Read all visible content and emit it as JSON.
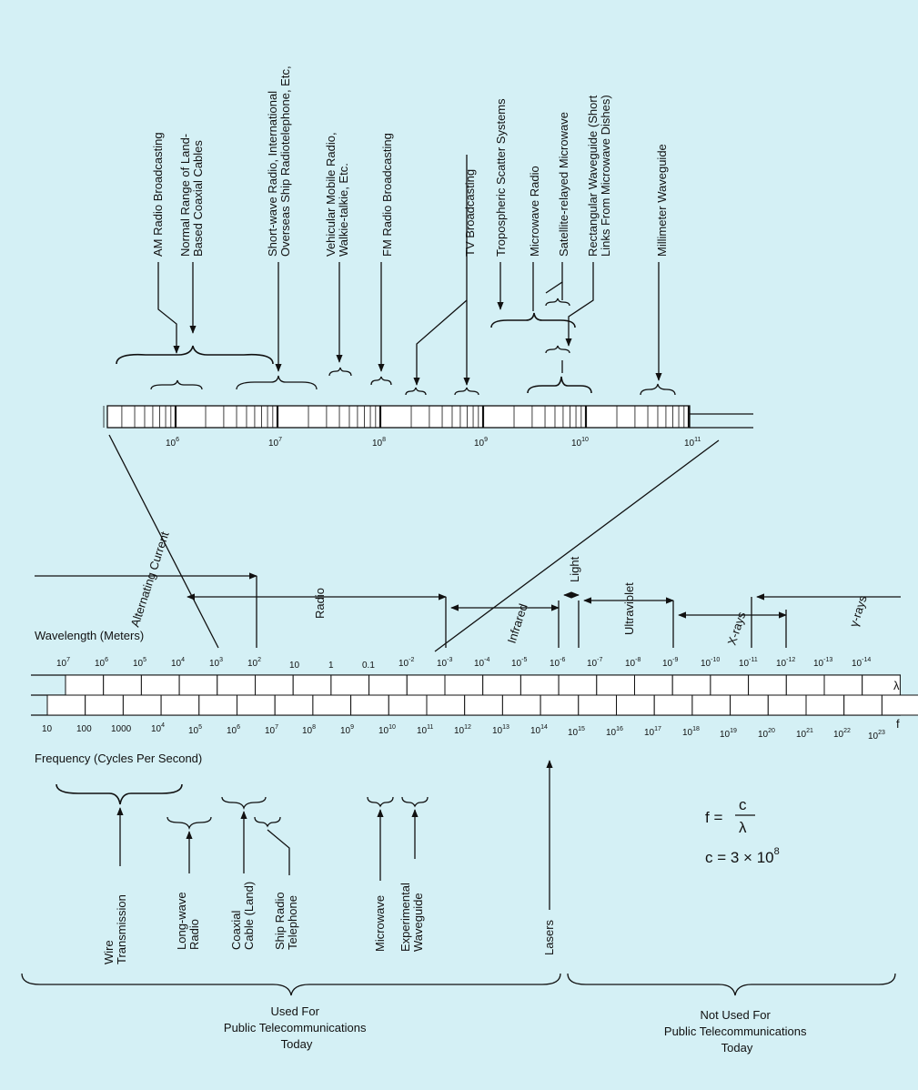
{
  "top_labels": {
    "am_radio": [
      "AM Radio Broadcasting"
    ],
    "coaxial": [
      "Normal Range of Land-",
      "Based Coaxial Cables"
    ],
    "shortwave": [
      "Short-wave Radio, International",
      "Overseas Ship Radiotelephone, Etc,"
    ],
    "vehicular": [
      "Vehicular Mobile Radio,",
      "Walkie-talkie, Etc."
    ],
    "fm_radio": [
      "FM Radio Broadcasting"
    ],
    "tv": [
      "TV Broadcasting"
    ],
    "tropo": [
      "Tropospheric Scatter Systems"
    ],
    "microwave_radio": [
      "Microwave Radio"
    ],
    "satellite": [
      "Satellite-relayed Microwave"
    ],
    "rect_waveguide": [
      "Rectangular Waveguide (Short",
      "Links From Microwave Dishes)"
    ],
    "mm_waveguide": [
      "Millimeter Waveguide"
    ]
  },
  "top_scale": [
    {
      "base": "10",
      "exp": "6"
    },
    {
      "base": "10",
      "exp": "7"
    },
    {
      "base": "10",
      "exp": "8"
    },
    {
      "base": "10",
      "exp": "9"
    },
    {
      "base": "10",
      "exp": "10"
    },
    {
      "base": "10",
      "exp": "11"
    }
  ],
  "bands": {
    "alternating_current": "Alternating Current",
    "radio": "Radio",
    "infrared": "Infrared",
    "light": "Light",
    "ultraviolet": "Ultraviolet",
    "xrays": "X-rays",
    "gamma": "γ-rays"
  },
  "wavelength_label": "Wavelength (Meters)",
  "frequency_label": "Frequency (Cycles Per Second)",
  "lambda_symbol": "λ",
  "f_symbol": "f",
  "wavelength_ticks": [
    {
      "base": "10",
      "exp": "7"
    },
    {
      "base": "10",
      "exp": "6"
    },
    {
      "base": "10",
      "exp": "5"
    },
    {
      "base": "10",
      "exp": "4"
    },
    {
      "base": "10",
      "exp": "3"
    },
    {
      "base": "10",
      "exp": "2"
    },
    {
      "base": "10",
      "exp": ""
    },
    {
      "base": "1",
      "exp": ""
    },
    {
      "base": "0.1",
      "exp": ""
    },
    {
      "base": "10",
      "exp": "-2"
    },
    {
      "base": "10",
      "exp": "-3"
    },
    {
      "base": "10",
      "exp": "-4"
    },
    {
      "base": "10",
      "exp": "-5"
    },
    {
      "base": "10",
      "exp": "-6"
    },
    {
      "base": "10",
      "exp": "-7"
    },
    {
      "base": "10",
      "exp": "-8"
    },
    {
      "base": "10",
      "exp": "-9"
    },
    {
      "base": "10",
      "exp": "-10"
    },
    {
      "base": "10",
      "exp": "-11"
    },
    {
      "base": "10",
      "exp": "-12"
    },
    {
      "base": "10",
      "exp": "-13"
    },
    {
      "base": "10",
      "exp": "-14"
    }
  ],
  "frequency_ticks": [
    {
      "base": "10",
      "exp": ""
    },
    {
      "base": "100",
      "exp": ""
    },
    {
      "base": "1000",
      "exp": ""
    },
    {
      "base": "10",
      "exp": "4"
    },
    {
      "base": "10",
      "exp": "5"
    },
    {
      "base": "10",
      "exp": "6"
    },
    {
      "base": "10",
      "exp": "7"
    },
    {
      "base": "10",
      "exp": "8"
    },
    {
      "base": "10",
      "exp": "9"
    },
    {
      "base": "10",
      "exp": "10"
    },
    {
      "base": "10",
      "exp": "11"
    },
    {
      "base": "10",
      "exp": "12"
    },
    {
      "base": "10",
      "exp": "13"
    },
    {
      "base": "10",
      "exp": "14"
    },
    {
      "base": "10",
      "exp": "15"
    },
    {
      "base": "10",
      "exp": "16"
    },
    {
      "base": "10",
      "exp": "17"
    },
    {
      "base": "10",
      "exp": "18"
    },
    {
      "base": "10",
      "exp": "19"
    },
    {
      "base": "10",
      "exp": "20"
    },
    {
      "base": "10",
      "exp": "21"
    },
    {
      "base": "10",
      "exp": "22"
    },
    {
      "base": "10",
      "exp": "23"
    }
  ],
  "bottom_labels": {
    "wire": [
      "Wire",
      "Transmission"
    ],
    "longwave": [
      "Long-wave",
      "Radio"
    ],
    "coax": [
      "Coaxial",
      "Cable (Land)"
    ],
    "ship": [
      "Ship Radio",
      "Telephone"
    ],
    "microwave": [
      "Microwave"
    ],
    "exp_waveguide": [
      "Experimental",
      "Waveguide"
    ],
    "lasers": [
      "Lasers"
    ]
  },
  "formula": {
    "f": "f =",
    "num": "c",
    "den": "λ",
    "c_eq": "c = 3 × 10",
    "c_exp": "8"
  },
  "used": [
    "Used For",
    "Public Telecommunications",
    "Today"
  ],
  "not_used": [
    "Not Used For",
    "Public Telecommunications",
    "Today"
  ],
  "colors": {
    "background": "#d4f0f5",
    "ink": "#111111",
    "cell": "#ffffff"
  }
}
